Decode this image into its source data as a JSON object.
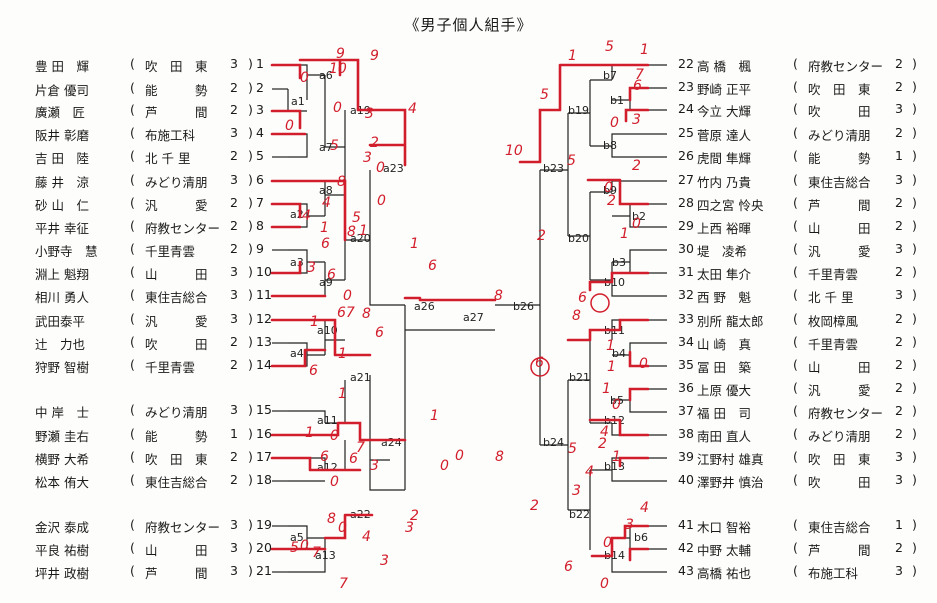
{
  "title": "《男子個人組手》",
  "left_players": [
    {
      "num": "1",
      "name": "豊 田　輝",
      "school": "吹　田　東",
      "grade": "3"
    },
    {
      "num": "2",
      "name": "片倉 優司",
      "school": "能　　　勢",
      "grade": "2"
    },
    {
      "num": "3",
      "name": "廣瀬　匠",
      "school": "芦　　　間",
      "grade": "2"
    },
    {
      "num": "4",
      "name": "阪井 彰磨",
      "school": "布施工科",
      "grade": "3"
    },
    {
      "num": "5",
      "name": "吉 田　陸",
      "school": "北 千 里",
      "grade": "2"
    },
    {
      "num": "6",
      "name": "藤 井　涼",
      "school": "みどり清朋",
      "grade": "3"
    },
    {
      "num": "7",
      "name": "砂 山　仁",
      "school": "汎　　　愛",
      "grade": "2"
    },
    {
      "num": "8",
      "name": "平井 幸征",
      "school": "府教センター",
      "grade": "2"
    },
    {
      "num": "9",
      "name": "小野寺　慧",
      "school": "千里青雲",
      "grade": "2"
    },
    {
      "num": "10",
      "name": "淵上 魁翔",
      "school": "山　　　田",
      "grade": "3"
    },
    {
      "num": "11",
      "name": "相川 勇人",
      "school": "東住吉総合",
      "grade": "3"
    },
    {
      "num": "12",
      "name": "武田泰平",
      "school": "汎　　　愛",
      "grade": "3"
    },
    {
      "num": "13",
      "name": "辻　力也",
      "school": "吹　　　田",
      "grade": "2"
    },
    {
      "num": "14",
      "name": "狩野 智樹",
      "school": "千里青雲",
      "grade": "2"
    },
    {
      "num": "15",
      "name": "中 岸　士",
      "school": "みどり清朋",
      "grade": "3"
    },
    {
      "num": "16",
      "name": "野瀬 圭右",
      "school": "能　　　勢",
      "grade": "1"
    },
    {
      "num": "17",
      "name": "横野 大希",
      "school": "吹　田　東",
      "grade": "2"
    },
    {
      "num": "18",
      "name": "松本 侑大",
      "school": "東住吉総合",
      "grade": "2"
    },
    {
      "num": "19",
      "name": "金沢 泰成",
      "school": "府教センター",
      "grade": "3"
    },
    {
      "num": "20",
      "name": "平良 祐樹",
      "school": "山　　　田",
      "grade": "3"
    },
    {
      "num": "21",
      "name": "坪井 政樹",
      "school": "芦　　　間",
      "grade": "3"
    }
  ],
  "right_players": [
    {
      "num": "22",
      "name": "高 橋　楓",
      "school": "府教センター",
      "grade": "2"
    },
    {
      "num": "23",
      "name": "野崎 正平",
      "school": "吹　田　東",
      "grade": "2"
    },
    {
      "num": "24",
      "name": "今立 大輝",
      "school": "吹　　　田",
      "grade": "3"
    },
    {
      "num": "25",
      "name": "菅原 達人",
      "school": "みどり清朋",
      "grade": "2"
    },
    {
      "num": "26",
      "name": "虎間 隼輝",
      "school": "能　　　勢",
      "grade": "1"
    },
    {
      "num": "27",
      "name": "竹内 乃貴",
      "school": "東住吉総合",
      "grade": "3"
    },
    {
      "num": "28",
      "name": "四之宮 怜央",
      "school": "芦　　　間",
      "grade": "2"
    },
    {
      "num": "29",
      "name": "上西 裕暉",
      "school": "山　　　田",
      "grade": "2"
    },
    {
      "num": "30",
      "name": "堤　凌希",
      "school": "汎　　　愛",
      "grade": "3"
    },
    {
      "num": "31",
      "name": "太田 隼介",
      "school": "千里青雲",
      "grade": "2"
    },
    {
      "num": "32",
      "name": "西 野　魁",
      "school": "北 千 里",
      "grade": "3"
    },
    {
      "num": "33",
      "name": "別所 龍太郎",
      "school": "枚岡樟風",
      "grade": "2"
    },
    {
      "num": "34",
      "name": "山 崎　真",
      "school": "千里青雲",
      "grade": "2"
    },
    {
      "num": "35",
      "name": "冨 田　築",
      "school": "山　　　田",
      "grade": "2"
    },
    {
      "num": "36",
      "name": "上原 優大",
      "school": "汎　　　愛",
      "grade": "2"
    },
    {
      "num": "37",
      "name": "福 田　司",
      "school": "府教センター",
      "grade": "2"
    },
    {
      "num": "38",
      "name": "南田 直人",
      "school": "みどり清朋",
      "grade": "2"
    },
    {
      "num": "39",
      "name": "江野村 雄真",
      "school": "吹　田　東",
      "grade": "3"
    },
    {
      "num": "40",
      "name": "澤野井 慎治",
      "school": "吹　　　田",
      "grade": "3"
    },
    {
      "num": "41",
      "name": "木口 智裕",
      "school": "東住吉総合",
      "grade": "1"
    },
    {
      "num": "42",
      "name": "中野 太輔",
      "school": "芦　　　間",
      "grade": "2"
    },
    {
      "num": "43",
      "name": "高橋 祐也",
      "school": "布施工科",
      "grade": "3"
    }
  ],
  "match_labels": [
    "a1",
    "a2",
    "a3",
    "a4",
    "a5",
    "a6",
    "a7",
    "a8",
    "a9",
    "a10",
    "a11",
    "a12",
    "a13",
    "a19",
    "a20",
    "a21",
    "a22",
    "a23",
    "a24",
    "a26",
    "a27",
    "b1",
    "b2",
    "b3",
    "b4",
    "b5",
    "b6",
    "b7",
    "b8",
    "b9",
    "b10",
    "b11",
    "b12",
    "b13",
    "b14",
    "b19",
    "b20",
    "b21",
    "b22",
    "b23",
    "b24",
    "b26"
  ],
  "handwritten_scores": [
    "9",
    "9",
    "10",
    "0",
    "0",
    "0",
    "3",
    "2",
    "4",
    "5",
    "3",
    "0",
    "8",
    "4",
    "4",
    "5",
    "0",
    "1",
    "8",
    "6",
    "1",
    "1",
    "3",
    "6",
    "0",
    "67",
    "8",
    "1",
    "6",
    "6",
    "1",
    "1",
    "0",
    "6",
    "1",
    "6",
    "7",
    "3",
    "0",
    "8",
    "0",
    "5",
    "7",
    "2",
    "3",
    "1",
    "0",
    "8",
    "1",
    "5",
    "5",
    "1",
    "7",
    "6",
    "0",
    "3",
    "2",
    "10",
    "2",
    "5",
    "0",
    "2",
    "0",
    "1",
    "6",
    "8",
    "1",
    "1",
    "0",
    "6",
    "1",
    "0",
    "5",
    "2",
    "4",
    "1",
    "4",
    "2",
    "3",
    "4",
    "3",
    "0",
    "6",
    "0",
    "8",
    "0",
    "6",
    "0",
    "4",
    "3",
    "7"
  ]
}
